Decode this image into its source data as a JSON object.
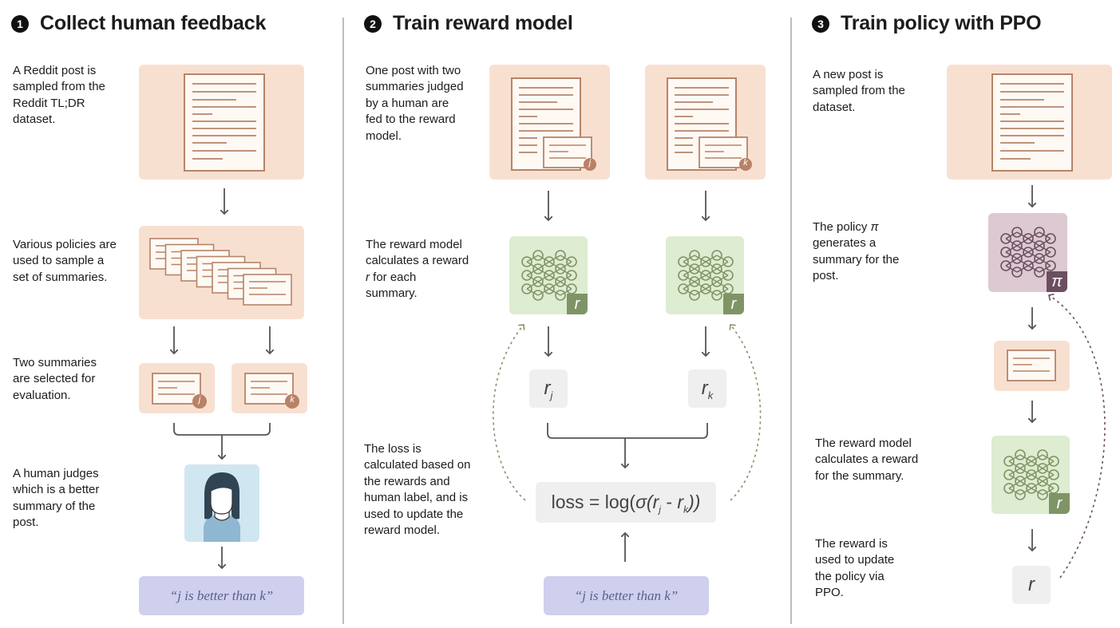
{
  "steps": [
    {
      "number": "1",
      "title": "Collect human feedback"
    },
    {
      "number": "2",
      "title": "Train reward model"
    },
    {
      "number": "3",
      "title": "Train policy with PPO"
    }
  ],
  "col1": {
    "desc_post": "A Reddit post is sampled from the Reddit TL;DR dataset.",
    "desc_policies": "Various policies are used to sample a set of summaries.",
    "desc_two": "Two summaries are selected for evaluation.",
    "desc_human": "A human judges which is a better summary of the post.",
    "label_j": "j",
    "label_k": "k",
    "judgement": "“j is better than k”"
  },
  "col2": {
    "desc_fed": "One post with two summaries judged by a human are fed to the reward model.",
    "desc_reward": "The reward model calculates a reward r for each summary.",
    "desc_loss": "The loss is calculated based on the rewards and human label, and is used to update the reward model.",
    "badge_r": "r",
    "label_j": "j",
    "label_k": "k",
    "r_symbol": "r",
    "loss_prefix": "loss = log(",
    "loss_sigma": "σ(",
    "loss_r": "r",
    "loss_minus": " - ",
    "loss_suffix": "))",
    "judgement": "“j is better than k”"
  },
  "col3": {
    "desc_new": "A new post is sampled from the dataset.",
    "desc_policy_pre": "The policy ",
    "desc_policy_pi": "π",
    "desc_policy_post": " generates a summary for the post.",
    "desc_rm": "The reward model calculates a reward for the summary.",
    "desc_update": "The reward is used to update the policy via PPO.",
    "badge_pi": "π",
    "badge_r": "r",
    "r_value": "r"
  },
  "colors": {
    "peach": "#f8e0d1",
    "doc_stroke": "#b58468",
    "green": "#deecd1",
    "green_badge": "#7f9466",
    "purple": "#ddc9d1",
    "purple_badge": "#6b4f60",
    "lavender": "#cfcfee",
    "gray_box": "#efefef",
    "arrow": "#555555"
  }
}
